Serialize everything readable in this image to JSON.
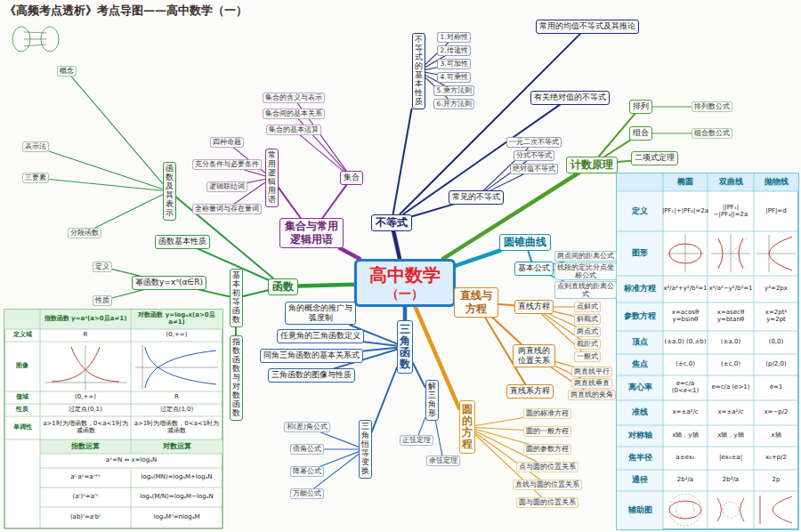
{
  "diagram": {
    "title": "《高频考点透析》考点导图——高中数学（一）",
    "nodes": [
      {
        "text": [
          "高中数学",
          "（一）"
        ]
      },
      {
        "text": [
          "函数"
        ]
      },
      {
        "text": [
          "集合与常用逻辑用语"
        ]
      },
      {
        "text": [
          "不等式"
        ]
      },
      {
        "text": [
          "计数原理"
        ]
      },
      {
        "text": [
          "圆锥曲线"
        ]
      },
      {
        "text": [
          "直线与方程"
        ]
      },
      {
        "text": [
          "圆的方程"
        ]
      },
      {
        "text": [
          "三角函数"
        ]
      },
      {
        "text": [
          "函数及其表示"
        ]
      },
      {
        "text": [
          "函数基本性质"
        ]
      },
      {
        "text": [
          "基本初等函数"
        ]
      },
      {
        "text": [
          "幂函数y=xᵅ(α∈R)"
        ]
      },
      {
        "text": [
          "指数函数与对数函数"
        ]
      },
      {
        "text": [
          "概念"
        ]
      },
      {
        "text": [
          "表示法"
        ]
      },
      {
        "text": [
          "三要素"
        ]
      },
      {
        "text": [
          "分段函数"
        ]
      },
      {
        "text": [
          "定义"
        ]
      },
      {
        "text": [
          "性质"
        ]
      },
      {
        "text": [
          "集合"
        ]
      },
      {
        "text": [
          "常用逻辑用语"
        ]
      },
      {
        "text": [
          "集合的含义与表示"
        ]
      },
      {
        "text": [
          "集合间的基本关系"
        ]
      },
      {
        "text": [
          "集合的基本运算"
        ]
      },
      {
        "text": [
          "四种命题"
        ]
      },
      {
        "text": [
          "充分条件与必要条件"
        ]
      },
      {
        "text": [
          "逻辑联结词"
        ]
      },
      {
        "text": [
          "全称量词与存在量词"
        ]
      },
      {
        "text": [
          "不等式的基本性质"
        ]
      },
      {
        "text": [
          "常见的不等式"
        ]
      },
      {
        "text": [
          "常用的均值不等式及其推论"
        ]
      },
      {
        "text": [
          "有关绝对值的不等式"
        ]
      },
      {
        "text": [
          "1.对称性"
        ]
      },
      {
        "text": [
          "2.传递性"
        ]
      },
      {
        "text": [
          "3.可加性"
        ]
      },
      {
        "text": [
          "4.可乘性"
        ]
      },
      {
        "text": [
          "5.乘方法则"
        ]
      },
      {
        "text": [
          "6.开方法则"
        ]
      },
      {
        "text": [
          "一元二次不等式"
        ]
      },
      {
        "text": [
          "分式不等式"
        ]
      },
      {
        "text": [
          "绝对值不等式"
        ]
      },
      {
        "text": [
          "排列"
        ]
      },
      {
        "text": [
          "组合"
        ]
      },
      {
        "text": [
          "二项式定理"
        ]
      },
      {
        "text": [
          "排列数公式"
        ]
      },
      {
        "text": [
          "组合数公式"
        ]
      },
      {
        "text": [
          "基本公式"
        ]
      },
      {
        "text": [
          "两点间的距离公式"
        ]
      },
      {
        "text": [
          "线段的定比分点坐标公式"
        ]
      },
      {
        "text": [
          "点到直线的距离公式"
        ]
      },
      {
        "text": [
          "直线方程"
        ]
      },
      {
        "text": [
          "两直线的位置关系"
        ]
      },
      {
        "text": [
          "直线系方程"
        ]
      },
      {
        "text": [
          "点斜式"
        ]
      },
      {
        "text": [
          "斜截式"
        ]
      },
      {
        "text": [
          "两点式"
        ]
      },
      {
        "text": [
          "截距式"
        ]
      },
      {
        "text": [
          "一般式"
        ]
      },
      {
        "text": [
          "两直线平行"
        ]
      },
      {
        "text": [
          "两直线垂直"
        ]
      },
      {
        "text": [
          "两直线的夹角"
        ]
      },
      {
        "text": [
          "圆的标准方程"
        ]
      },
      {
        "text": [
          "圆的一般方程"
        ]
      },
      {
        "text": [
          "圆的参数方程"
        ]
      },
      {
        "text": [
          "点与圆的位置关系"
        ]
      },
      {
        "text": [
          "直线与圆的位置关系"
        ]
      },
      {
        "text": [
          "圆与圆的位置关系"
        ]
      },
      {
        "text": [
          "角的概念的推广与弧度制"
        ]
      },
      {
        "text": [
          "任意角的三角函数定义"
        ]
      },
      {
        "text": [
          "同角三角函数的基本关系式"
        ]
      },
      {
        "text": [
          "三角函数的图像与性质"
        ]
      },
      {
        "text": [
          "解三角形"
        ]
      },
      {
        "text": [
          "三角恒等变换"
        ]
      },
      {
        "text": [
          "和(差)角公式"
        ]
      },
      {
        "text": [
          "倍角公式"
        ]
      },
      {
        "text": [
          "降幂公式"
        ]
      },
      {
        "text": [
          "万能公式"
        ]
      },
      {
        "text": [
          "正弦定理"
        ]
      },
      {
        "text": [
          "余弦定理"
        ]
      }
    ],
    "edges": [
      {
        "from": 0,
        "to": 1,
        "arrow": "none"
      },
      {
        "from": 0,
        "to": 2,
        "arrow": "none"
      },
      {
        "from": 0,
        "to": 3,
        "arrow": "none"
      },
      {
        "from": 0,
        "to": 4,
        "arrow": "none"
      },
      {
        "from": 0,
        "to": 5,
        "arrow": "none"
      },
      {
        "from": 0,
        "to": 6,
        "arrow": "none"
      },
      {
        "from": 0,
        "to": 7,
        "arrow": "none"
      },
      {
        "from": 0,
        "to": 8,
        "arrow": "none"
      },
      {
        "from": 1,
        "to": 9,
        "arrow": "none"
      },
      {
        "from": 1,
        "to": 10,
        "arrow": "none"
      },
      {
        "from": 1,
        "to": 11,
        "arrow": "none"
      },
      {
        "from": 9,
        "to": 14,
        "arrow": "none"
      },
      {
        "from": 9,
        "to": 15,
        "arrow": "none"
      },
      {
        "from": 9,
        "to": 16,
        "arrow": "none"
      },
      {
        "from": 9,
        "to": 17,
        "arrow": "none"
      },
      {
        "from": 11,
        "to": 12,
        "arrow": "none"
      },
      {
        "from": 11,
        "to": 13,
        "arrow": "none"
      },
      {
        "from": 12,
        "to": 18,
        "arrow": "none"
      },
      {
        "from": 12,
        "to": 19,
        "arrow": "none"
      },
      {
        "from": 2,
        "to": 20,
        "arrow": "none"
      },
      {
        "from": 2,
        "to": 21,
        "arrow": "none"
      },
      {
        "from": 20,
        "to": 22,
        "arrow": "none"
      },
      {
        "from": 20,
        "to": 23,
        "arrow": "none"
      },
      {
        "from": 20,
        "to": 24,
        "arrow": "none"
      },
      {
        "from": 21,
        "to": 25,
        "arrow": "none"
      },
      {
        "from": 21,
        "to": 26,
        "arrow": "none"
      },
      {
        "from": 21,
        "to": 27,
        "arrow": "none"
      },
      {
        "from": 21,
        "to": 28,
        "arrow": "none"
      },
      {
        "from": 3,
        "to": 29,
        "arrow": "none"
      },
      {
        "from": 3,
        "to": 30,
        "arrow": "none"
      },
      {
        "from": 3,
        "to": 31,
        "arrow": "none"
      },
      {
        "from": 3,
        "to": 32,
        "arrow": "none"
      },
      {
        "from": 29,
        "to": 33,
        "arrow": "none"
      },
      {
        "from": 29,
        "to": 34,
        "arrow": "none"
      },
      {
        "from": 29,
        "to": 35,
        "arrow": "none"
      },
      {
        "from": 29,
        "to": 36,
        "arrow": "none"
      },
      {
        "from": 29,
        "to": 37,
        "arrow": "none"
      },
      {
        "from": 29,
        "to": 38,
        "arrow": "none"
      },
      {
        "from": 30,
        "to": 39,
        "arrow": "none"
      },
      {
        "from": 30,
        "to": 40,
        "arrow": "none"
      },
      {
        "from": 30,
        "to": 41,
        "arrow": "none"
      },
      {
        "from": 4,
        "to": 42,
        "arrow": "none"
      },
      {
        "from": 4,
        "to": 43,
        "arrow": "none"
      },
      {
        "from": 4,
        "to": 44,
        "arrow": "none"
      },
      {
        "from": 42,
        "to": 45,
        "arrow": "none"
      },
      {
        "from": 43,
        "to": 46,
        "arrow": "none"
      },
      {
        "from": 5,
        "to": 47,
        "arrow": "none"
      },
      {
        "from": 47,
        "to": 48,
        "arrow": "none"
      },
      {
        "from": 47,
        "to": 49,
        "arrow": "none"
      },
      {
        "from": 47,
        "to": 50,
        "arrow": "none"
      },
      {
        "from": 6,
        "to": 51,
        "arrow": "none"
      },
      {
        "from": 6,
        "to": 52,
        "arrow": "none"
      },
      {
        "from": 6,
        "to": 53,
        "arrow": "none"
      },
      {
        "from": 51,
        "to": 54,
        "arrow": "none"
      },
      {
        "from": 51,
        "to": 55,
        "arrow": "none"
      },
      {
        "from": 51,
        "to": 56,
        "arrow": "none"
      },
      {
        "from": 51,
        "to": 57,
        "arrow": "none"
      },
      {
        "from": 51,
        "to": 58,
        "arrow": "none"
      },
      {
        "from": 52,
        "to": 59,
        "arrow": "none"
      },
      {
        "from": 52,
        "to": 60,
        "arrow": "none"
      },
      {
        "from": 52,
        "to": 61,
        "arrow": "none"
      },
      {
        "from": 7,
        "to": 62,
        "arrow": "none"
      },
      {
        "from": 7,
        "to": 63,
        "arrow": "none"
      },
      {
        "from": 7,
        "to": 64,
        "arrow": "none"
      },
      {
        "from": 7,
        "to": 65,
        "arrow": "none"
      },
      {
        "from": 7,
        "to": 66,
        "arrow": "none"
      },
      {
        "from": 7,
        "to": 67,
        "arrow": "none"
      },
      {
        "from": 8,
        "to": 68,
        "arrow": "none"
      },
      {
        "from": 8,
        "to": 69,
        "arrow": "none"
      },
      {
        "from": 8,
        "to": 70,
        "arrow": "none"
      },
      {
        "from": 8,
        "to": 71,
        "arrow": "none"
      },
      {
        "from": 8,
        "to": 72,
        "arrow": "none"
      },
      {
        "from": 8,
        "to": 73,
        "arrow": "none"
      },
      {
        "from": 72,
        "to": 78,
        "arrow": "none"
      },
      {
        "from": 72,
        "to": 79,
        "arrow": "none"
      },
      {
        "from": 73,
        "to": 74,
        "arrow": "none"
      },
      {
        "from": 73,
        "to": 75,
        "arrow": "none"
      },
      {
        "from": 73,
        "to": 76,
        "arrow": "none"
      },
      {
        "from": 73,
        "to": 77,
        "arrow": "none"
      }
    ],
    "labels": [
      "《高频考点透析》考点导图——高中数学（一）",
      "椭圆",
      "双曲线",
      "抛物线",
      "定义",
      "|PF₁|+|PF₂|=2a",
      "||PF₁|−|PF₂||=2a",
      "|PF|=d",
      "图形",
      "标准方程",
      "x²/a²+y²/b²=1",
      "x²/a²−y²/b²=1",
      "y²=2px",
      "参数方程",
      "x=acosθ y=bsinθ",
      "x=asecθ y=btanθ",
      "x=2pt² y=2pt",
      "顶点",
      "(±a,0) (0,±b)",
      "(±a,0)",
      "(0,0)",
      "焦点",
      "(±c,0)",
      "(±c,0)",
      "(p/2,0)",
      "离心率",
      "e=c/a (0<e<1)",
      "e=c/a (e>1)",
      "e=1",
      "准线",
      "x=±a²/c",
      "x=±a²/c",
      "x=−p/2",
      "对称轴",
      "x轴，y轴",
      "x轴，y轴",
      "x轴",
      "焦半径",
      "a±ex₀",
      "|ex₀±a|",
      "x₀+p/2",
      "通径",
      "2b²/a",
      "2b²/a",
      "2p",
      "辅助图",
      "指数函数 y=aˣ(a>0且a≠1)",
      "对数函数 y=logₐx(a>0且a≠1)",
      "定义域",
      "R",
      "(0,+∞)",
      "图像",
      "值域",
      "(0,+∞)",
      "R",
      "性质",
      "过定点(0,1)",
      "过定点(1,0)",
      "单调性",
      "a>1时为增函数，0<a<1时为减函数",
      "a>1时为增函数，0<a<1时为减函数",
      "指数运算",
      "对数运算",
      "aˣ=N ⇔ x=logₐN",
      "aʳ·aˢ=aʳ⁺ˢ",
      "logₐ(MN)=logₐM+logₐN",
      "(aʳ)ˢ=aʳˢ",
      "logₐ(M/N)=logₐM−logₐN",
      "(ab)ʳ=aʳbʳ",
      "logₐMⁿ=nlogₐM"
    ]
  }
}
